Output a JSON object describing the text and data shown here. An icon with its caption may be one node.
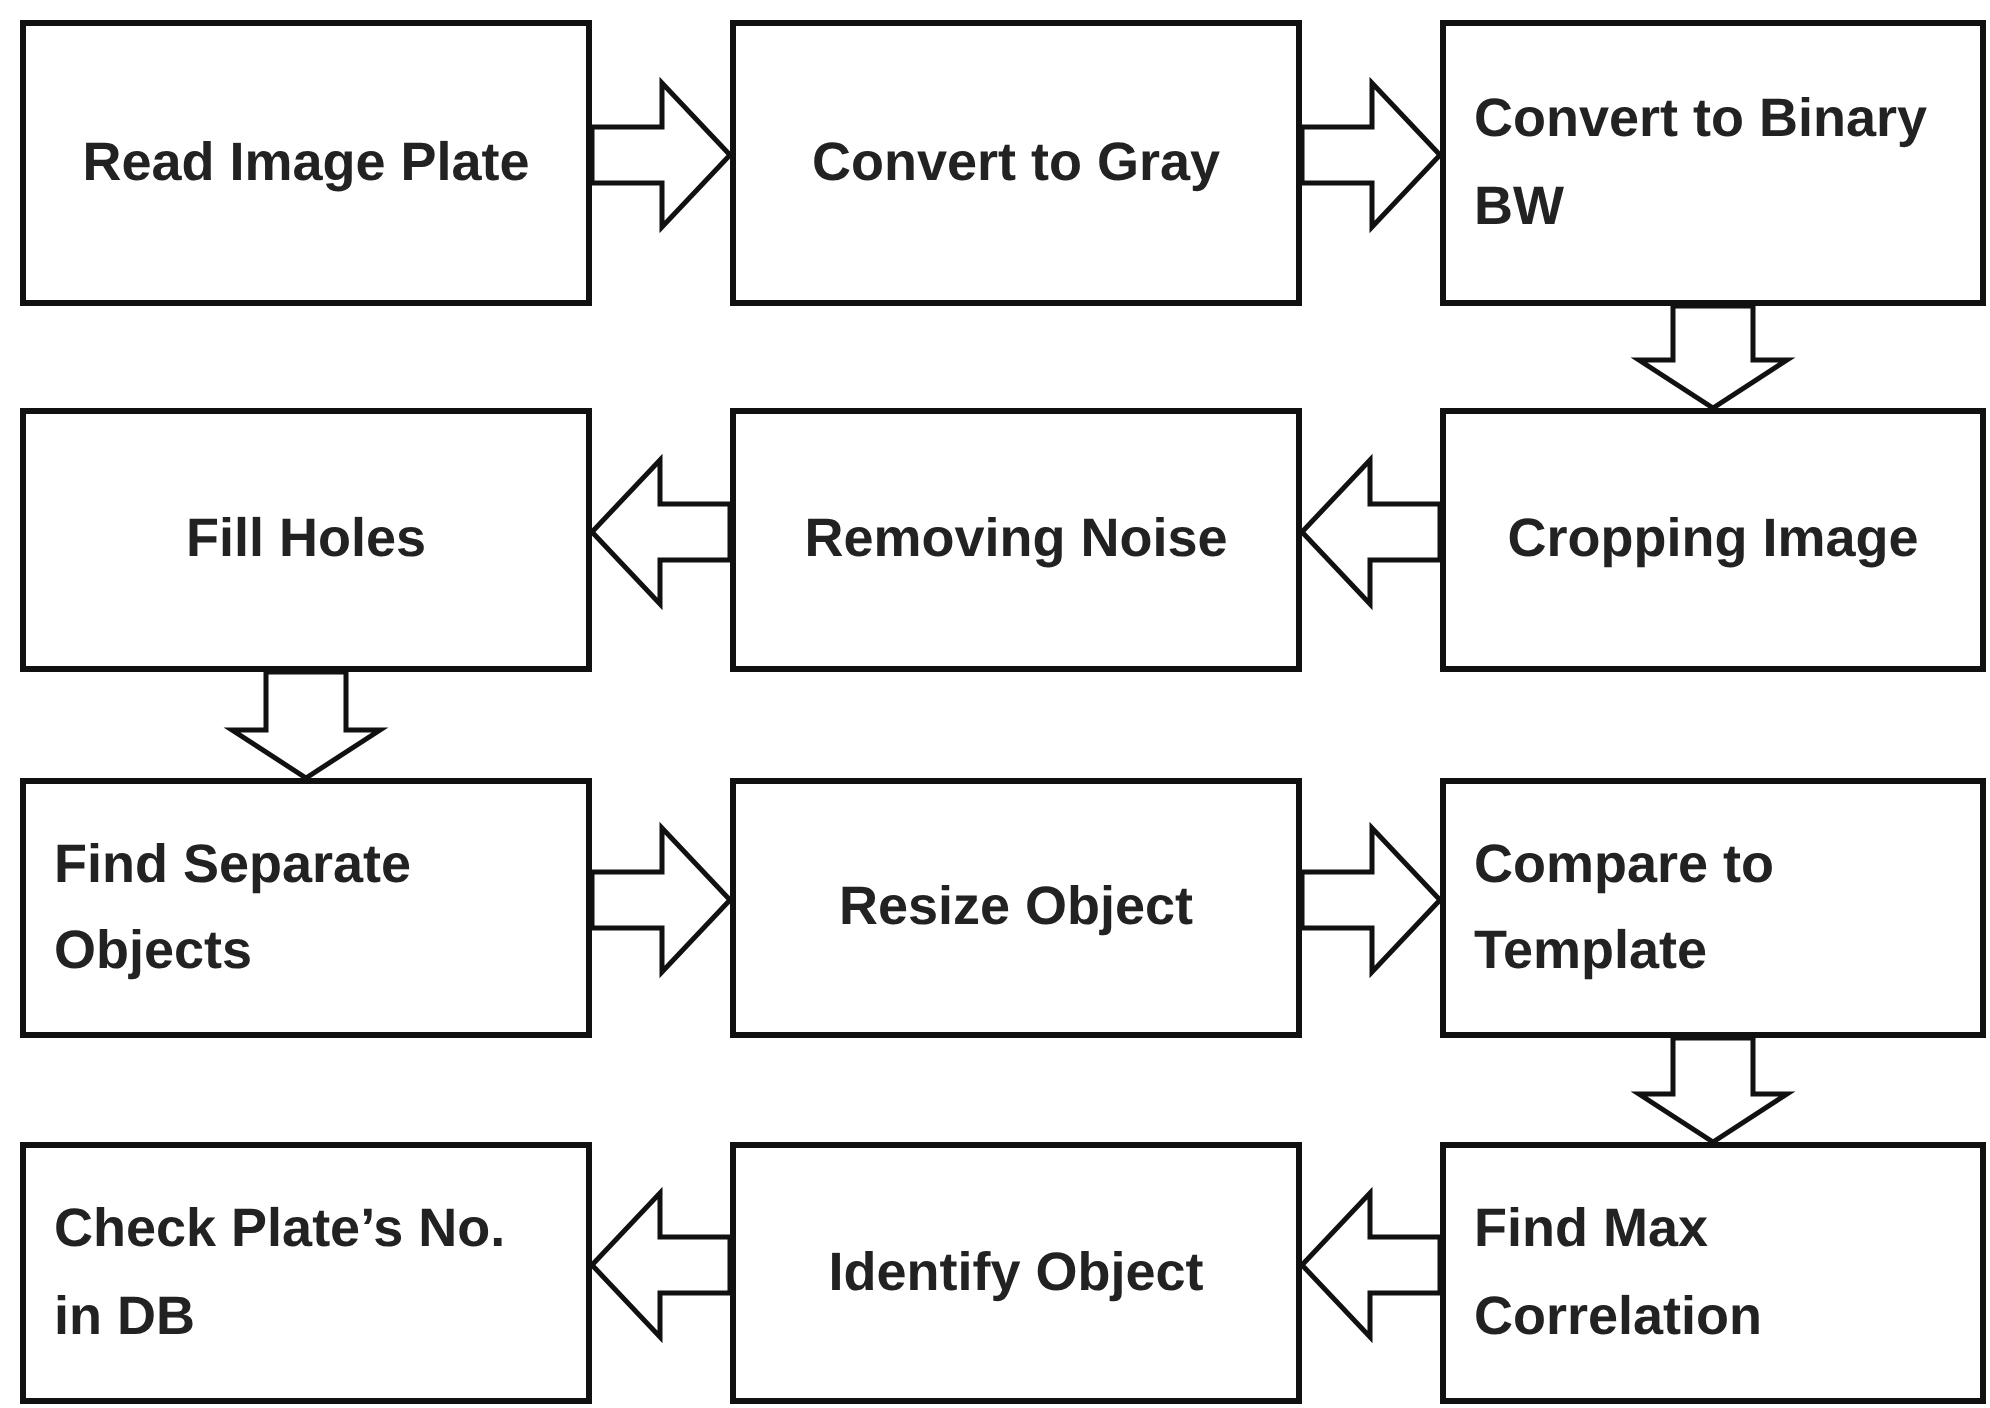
{
  "diagram": {
    "nodes": [
      {
        "text": [
          "Read Image Plate"
        ]
      },
      {
        "text": [
          "Convert to Gray"
        ]
      },
      {
        "text": [
          "Convert to Binary BW"
        ]
      },
      {
        "text": [
          "Cropping Image"
        ]
      },
      {
        "text": [
          "Removing Noise"
        ]
      },
      {
        "text": [
          "Fill Holes"
        ]
      },
      {
        "text": [
          "Find Separate Objects"
        ]
      },
      {
        "text": [
          "Resize Object"
        ]
      },
      {
        "text": [
          "Compare to Template"
        ]
      },
      {
        "text": [
          "Find Max Correlation"
        ]
      },
      {
        "text": [
          "Identify Object"
        ]
      },
      {
        "text": [
          "Check Plate’s No. in DB"
        ]
      }
    ],
    "edges": [
      {
        "from": 0,
        "to": 1,
        "arrow": "to"
      },
      {
        "from": 1,
        "to": 2,
        "arrow": "to"
      },
      {
        "from": 2,
        "to": 3,
        "arrow": "to"
      },
      {
        "from": 3,
        "to": 4,
        "arrow": "to"
      },
      {
        "from": 4,
        "to": 5,
        "arrow": "to"
      },
      {
        "from": 5,
        "to": 6,
        "arrow": "to"
      },
      {
        "from": 6,
        "to": 7,
        "arrow": "to"
      },
      {
        "from": 7,
        "to": 8,
        "arrow": "to"
      },
      {
        "from": 8,
        "to": 9,
        "arrow": "to"
      },
      {
        "from": 9,
        "to": 10,
        "arrow": "to"
      },
      {
        "from": 10,
        "to": 11,
        "arrow": "to"
      }
    ]
  }
}
